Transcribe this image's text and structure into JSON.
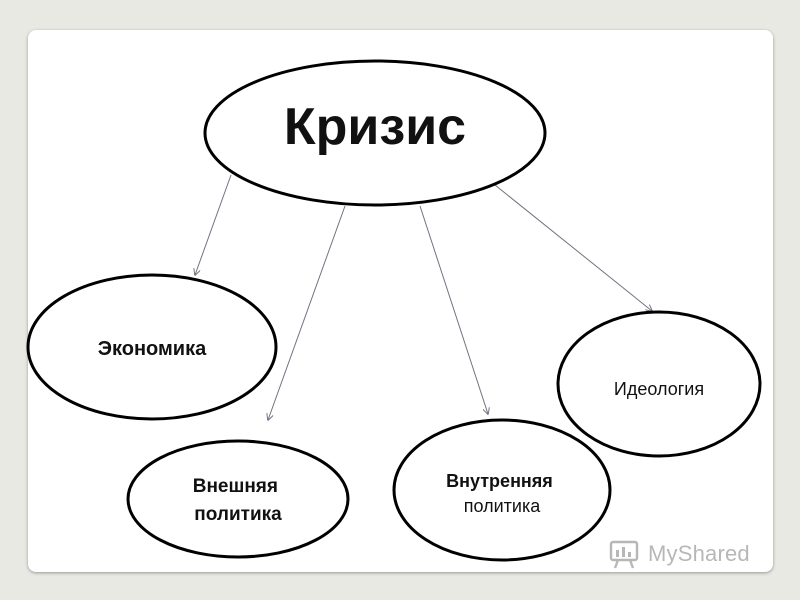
{
  "diagram": {
    "center": {
      "label": "Кризис"
    },
    "nodes": [
      {
        "id": "economy",
        "label": "Экономика",
        "lines": [
          "Экономика"
        ],
        "bold": true
      },
      {
        "id": "foreign-policy",
        "label": "Внешняя политика",
        "lines": [
          "Внешняя",
          "политика"
        ],
        "bold": true
      },
      {
        "id": "domestic-policy",
        "label": "Внутренняя политика",
        "lines": [
          "Внутренняя",
          "политика"
        ],
        "bold": "first-line"
      },
      {
        "id": "ideology",
        "label": "Идеология",
        "lines": [
          "Идеология"
        ],
        "bold": false
      }
    ],
    "edges": [
      {
        "from": "center",
        "to": "economy"
      },
      {
        "from": "center",
        "to": "foreign-policy"
      },
      {
        "from": "center",
        "to": "domestic-policy"
      },
      {
        "from": "center",
        "to": "ideology"
      }
    ]
  },
  "watermark": {
    "text": "MyShared"
  },
  "colors": {
    "stroke": "#000000",
    "arrow": "#6f7480",
    "slide": "#ffffff",
    "background": "#e9e9e3"
  }
}
